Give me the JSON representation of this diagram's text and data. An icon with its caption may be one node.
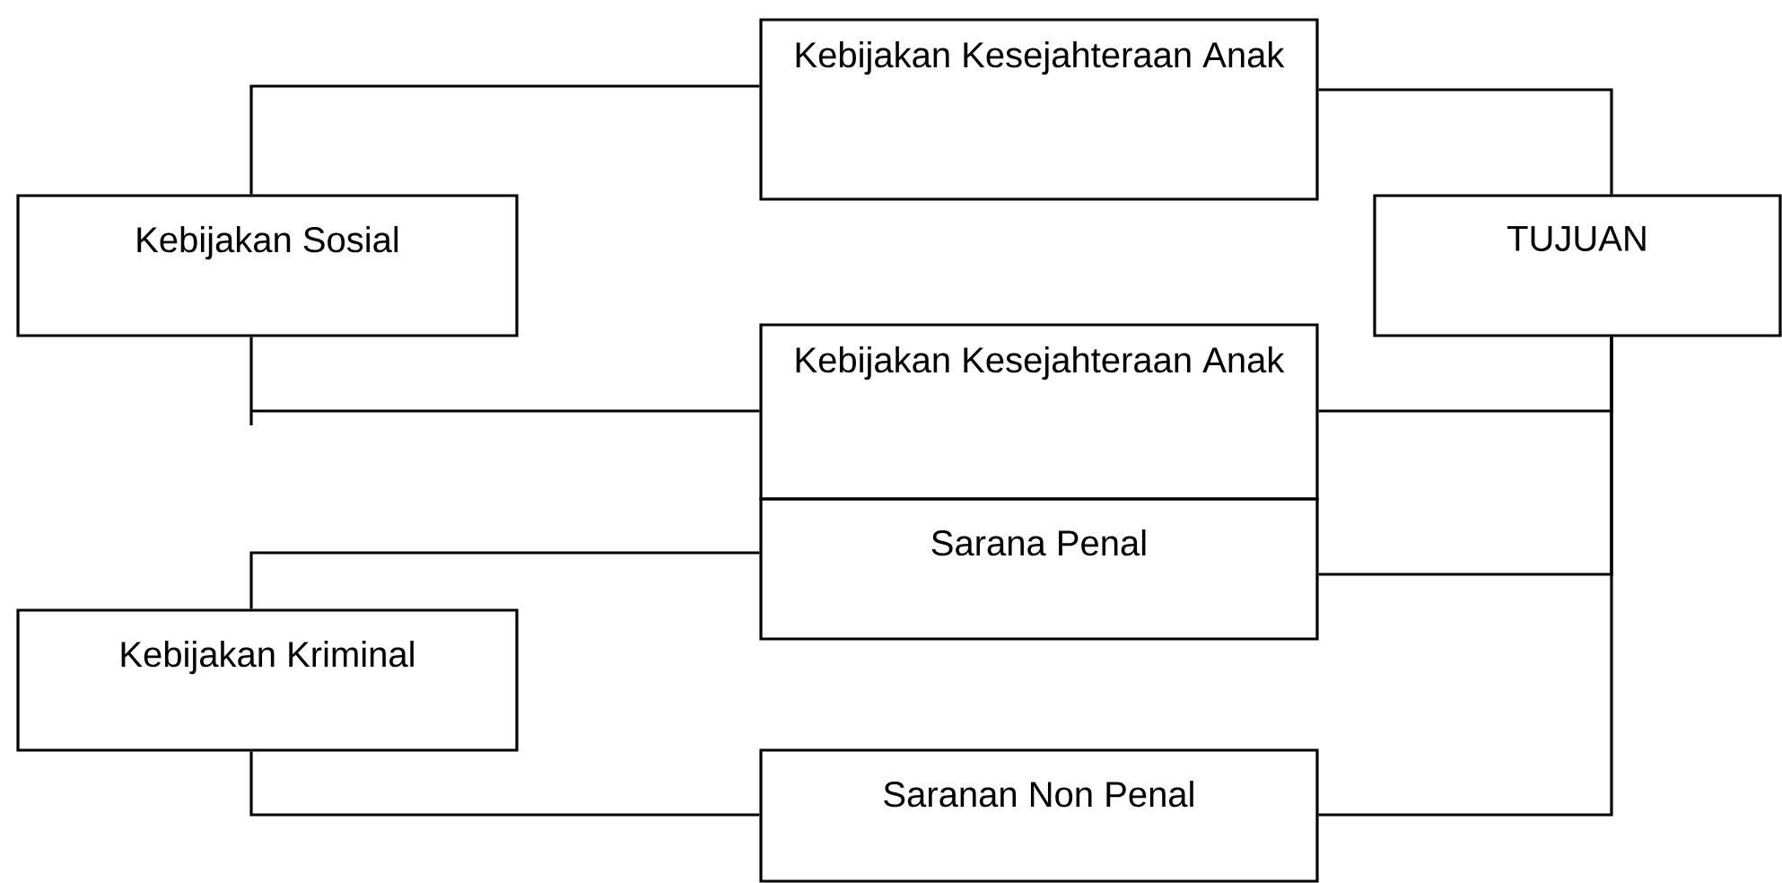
{
  "diagram": {
    "nodes": [
      {
        "text": [
          "Kebijakan Kesejahteraan Anak"
        ]
      },
      {
        "text": [
          "Kebijakan Sosial"
        ]
      },
      {
        "text": [
          "TUJUAN"
        ]
      },
      {
        "text": [
          "Kebijakan Kesejahteraan Anak"
        ]
      },
      {
        "text": [
          "Sarana Penal"
        ]
      },
      {
        "text": [
          "Kebijakan Kriminal"
        ]
      },
      {
        "text": [
          "Saranan Non Penal"
        ]
      }
    ],
    "edges": [
      {
        "from": 1,
        "to": 0,
        "arrow": "none"
      },
      {
        "from": 0,
        "to": 2,
        "arrow": "none"
      },
      {
        "from": 1,
        "to": 3,
        "arrow": "none"
      },
      {
        "from": 2,
        "to": 3,
        "arrow": "none"
      },
      {
        "from": 2,
        "to": 4,
        "arrow": "none"
      },
      {
        "from": 2,
        "to": 6,
        "arrow": "none"
      },
      {
        "from": 5,
        "to": 4,
        "arrow": "none"
      },
      {
        "from": 5,
        "to": 6,
        "arrow": "none"
      }
    ]
  }
}
